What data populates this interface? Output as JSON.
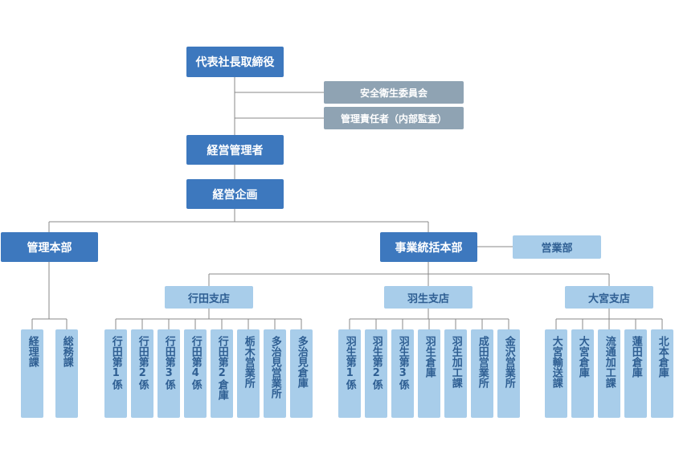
{
  "top": {
    "president": "代表社長取締役",
    "safety_committee": "安全衛生委員会",
    "audit": "管理責任者（内部監査）",
    "management": "経営管理者",
    "planning": "経営企画"
  },
  "divisions": {
    "admin": "管理本部",
    "business": "事業統括本部",
    "sales": "営業部"
  },
  "branches": {
    "gyoda": "行田支店",
    "hanyu": "羽生支店",
    "omiya": "大宮支店"
  },
  "admin_units": [
    "経理課",
    "総務課"
  ],
  "gyoda_units": [
    "行田第1係",
    "行田第2係",
    "行田第3係",
    "行田第4係",
    "行田第2倉庫",
    "栃木営業所",
    "多治見営業所",
    "多治見倉庫"
  ],
  "hanyu_units": [
    "羽生第1係",
    "羽生第2係",
    "羽生第3係",
    "羽生倉庫",
    "羽生加工課",
    "成田営業所",
    "金沢営業所"
  ],
  "omiya_units": [
    "大宮輸送課",
    "大宮倉庫",
    "流通加工課",
    "蓮田倉庫",
    "北本倉庫"
  ],
  "colors": {
    "primary": "#3d78be",
    "secondary": "#8fa3b3",
    "light": "#a8cdea",
    "light_text": "#2f5f93",
    "line": "#888888"
  }
}
